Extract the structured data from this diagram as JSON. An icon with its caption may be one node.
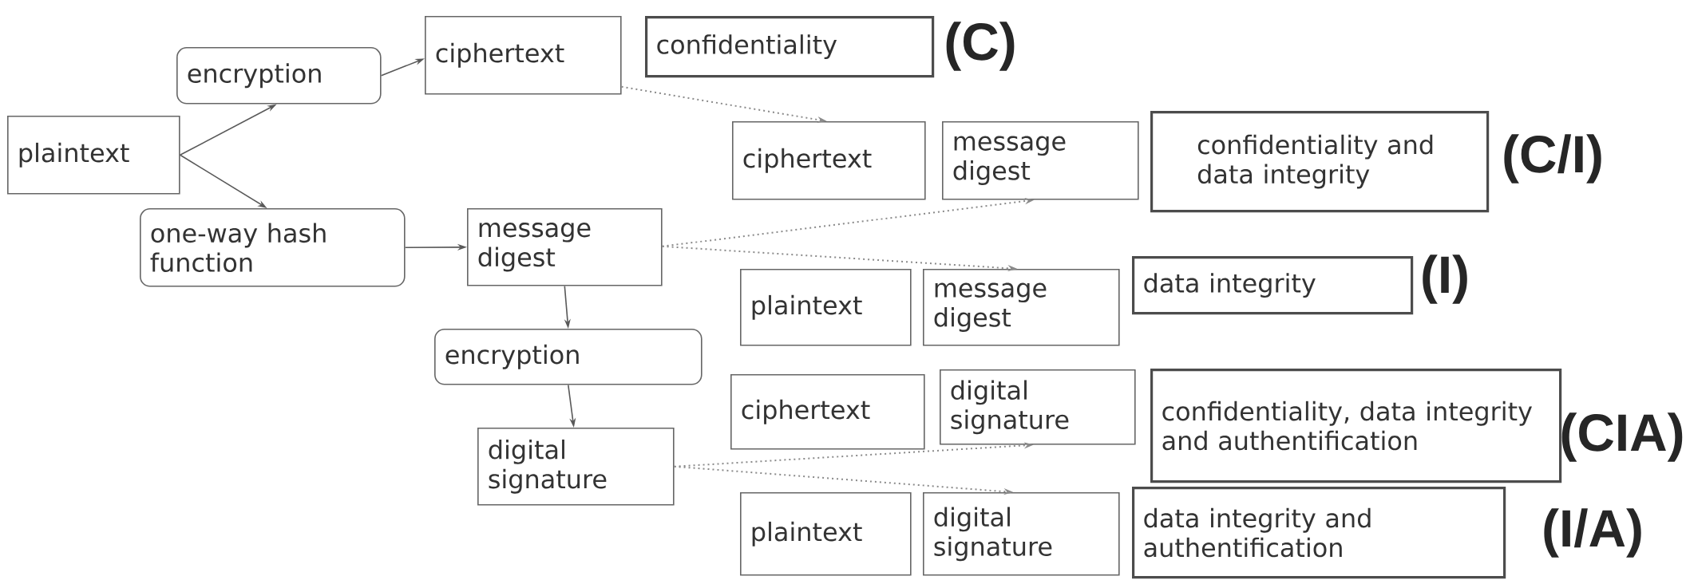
{
  "diagram": {
    "nodes": [
      {
        "text": [
          "plaintext"
        ]
      },
      {
        "text": [
          "encryption"
        ]
      },
      {
        "text": [
          "ciphertext"
        ]
      },
      {
        "text": [
          "confidentiality"
        ],
        "beside": [
          "(C)"
        ]
      },
      {
        "text": [
          "one-way hash function"
        ]
      },
      {
        "text": [
          "message digest"
        ]
      },
      {
        "text": [
          "encryption"
        ]
      },
      {
        "text": [
          "digital signature"
        ]
      },
      {
        "text": [
          "ciphertext"
        ]
      },
      {
        "text": [
          "message digest"
        ]
      },
      {
        "text": [
          "confidentiality and data integrity"
        ],
        "beside": [
          "(C/I)"
        ]
      },
      {
        "text": [
          "plaintext"
        ]
      },
      {
        "text": [
          "message digest"
        ]
      },
      {
        "text": [
          "data integrity"
        ],
        "beside": [
          "(I)"
        ]
      },
      {
        "text": [
          "ciphertext"
        ]
      },
      {
        "text": [
          "digital signature"
        ]
      },
      {
        "text": [
          "confidentiality, data integrity and authentification"
        ],
        "beside": [
          "(CIA)"
        ]
      },
      {
        "text": [
          "plaintext"
        ]
      },
      {
        "text": [
          "digital signature"
        ]
      },
      {
        "text": [
          "data integrity and authentification"
        ],
        "beside": [
          "(I/A)"
        ]
      }
    ],
    "edges": [
      {
        "from": 0,
        "to": 1,
        "arrow": "to"
      },
      {
        "from": 1,
        "to": 2,
        "arrow": "to"
      },
      {
        "from": 0,
        "to": 4,
        "arrow": "to"
      },
      {
        "from": 4,
        "to": 5,
        "arrow": "to"
      },
      {
        "from": 5,
        "to": 6,
        "arrow": "to"
      },
      {
        "from": 6,
        "to": 7,
        "arrow": "to"
      },
      {
        "from": 2,
        "to": 8,
        "arrow": "to",
        "style": "dashed",
        "color": "#8a8a8a"
      },
      {
        "from": 5,
        "to": 9,
        "arrow": "to",
        "style": "dashed",
        "color": "#8a8a8a"
      },
      {
        "from": 5,
        "to": 12,
        "arrow": "to",
        "style": "dashed",
        "color": "#8a8a8a"
      },
      {
        "from": 7,
        "to": 15,
        "arrow": "to",
        "style": "dashed",
        "color": "#8a8a8a"
      },
      {
        "from": 7,
        "to": 18,
        "arrow": "to",
        "style": "dashed",
        "color": "#8a8a8a"
      }
    ]
  }
}
